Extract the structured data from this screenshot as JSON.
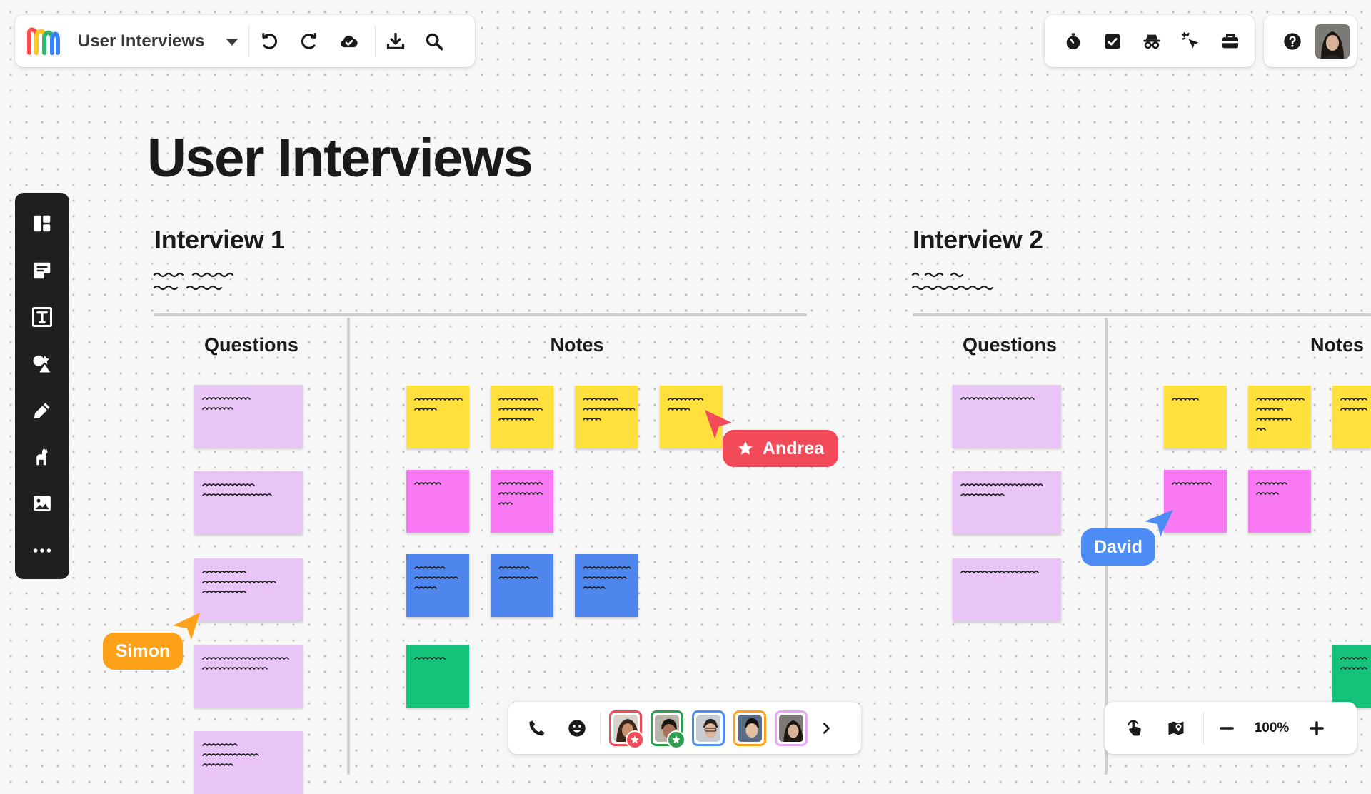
{
  "topbar": {
    "board_name": "User Interviews"
  },
  "board": {
    "title": "User Interviews",
    "interviews": [
      {
        "title": "Interview 1",
        "columns": {
          "questions": "Questions",
          "notes": "Notes"
        }
      },
      {
        "title": "Interview 2",
        "columns": {
          "questions": "Questions",
          "notes": "Notes"
        }
      }
    ]
  },
  "cursors": [
    {
      "name": "Andrea",
      "color": "#f24a59"
    },
    {
      "name": "David",
      "color": "#4d8bf5"
    },
    {
      "name": "Simon",
      "color": "#ffa21a"
    }
  ],
  "zoom": {
    "level": "100%"
  },
  "colors": {
    "lavender": "#e9c4f7",
    "yellow": "#ffe03d",
    "pink": "#f978f4",
    "blue": "#4e86ee",
    "green": "#14c27a",
    "rail": "#1f1f1f",
    "logo": [
      "#ff4b4b",
      "#ffc425",
      "#2eb872",
      "#3b82f6",
      "#9b51e0"
    ]
  },
  "icons": {
    "topbar_left": [
      "undo-icon",
      "redo-icon",
      "cloud-saved-icon",
      "download-icon",
      "search-icon"
    ],
    "topbar_right": [
      "timer-icon",
      "task-checkbox-icon",
      "private-mode-icon",
      "cursor-sparkle-icon",
      "toolbox-icon"
    ],
    "rail": [
      "templates-icon",
      "sticky-note-icon",
      "text-icon",
      "shapes-icon",
      "pen-icon",
      "llama-icon",
      "image-icon",
      "more-icon"
    ],
    "bottombar": [
      "phone-icon",
      "emoji-icon",
      "chevron-right-icon"
    ],
    "zoombar": [
      "hand-touch-icon",
      "map-icon",
      "zoom-out-icon",
      "zoom-in-icon"
    ]
  }
}
